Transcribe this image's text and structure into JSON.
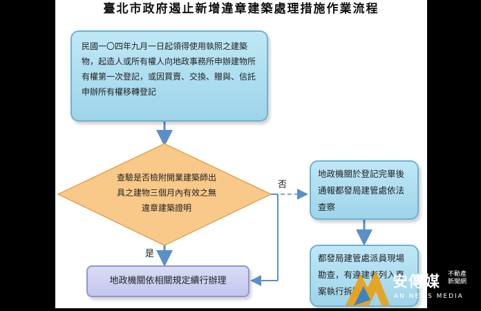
{
  "title": "臺北市政府遏止新增違章建築處理措施作業流程",
  "start_box": "民國一〇四年九月一日起領得使用執照之建築物，起造人或所有權人向地政事務所申辦建物所有權第一次登記，或因買賣、交換、贈與、信託申辦所有權移轉登記",
  "decision": "查驗是否檢附開業建築師出具之建物三個月內有效之無違章建築證明",
  "label_no": "否",
  "label_yes": "是",
  "box_no": "地政機關於登記完畢後通報都發局建管處依法查察",
  "box_inspect": "都發局建管處派員現場勘查，有違建者列入專案執行拆除",
  "box_yes": "地政機關依相關規定續行辦理",
  "logo": {
    "name": "安傳媒",
    "tagline": "AN NEWS MEDIA",
    "tag": "不動產新聞網"
  },
  "colors": {
    "box_fill": "#a8dbef",
    "diamond_fill": "#f9c98a",
    "bottom_fill": "#c9ccf0",
    "arrow": "#5b8fc7"
  }
}
